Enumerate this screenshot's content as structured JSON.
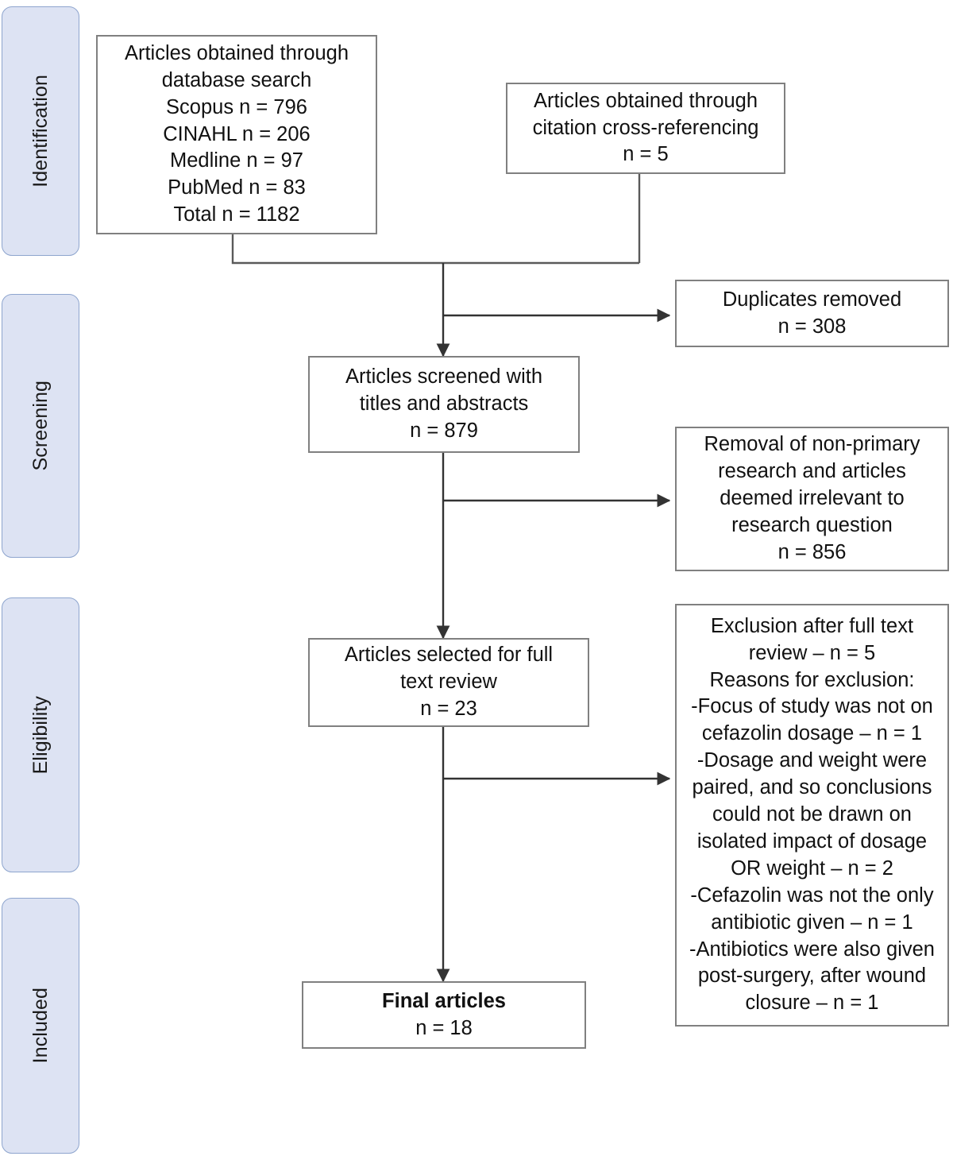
{
  "diagram": {
    "title": "PRISMA study selection flow diagram",
    "colors": {
      "pill_fill": "#dde3f3",
      "pill_border": "#8ea5ce",
      "box_border": "#808080",
      "box_fill": "#ffffff",
      "connector": "#404040",
      "text": "#111111"
    },
    "stages": [
      {
        "label": "Identification"
      },
      {
        "label": "Screening"
      },
      {
        "label": "Eligibility"
      },
      {
        "label": "Included"
      }
    ],
    "boxes": {
      "database_search": {
        "text": "Articles obtained through\ndatabase search\nScopus n = 796\nCINAHL n = 206\nMedline n = 97\nPubMed n = 83\nTotal n = 1182"
      },
      "cross_referencing": {
        "text": "Articles obtained through\ncitation cross-referencing\nn = 5"
      },
      "duplicates_removed": {
        "text": "Duplicates removed\nn = 308"
      },
      "screened_titles_abstracts": {
        "text": "Articles screened with\ntitles and abstracts\nn = 879"
      },
      "removal_non_primary": {
        "text": "Removal of non-primary\nresearch and articles\ndeemed irrelevant to\nresearch question\nn = 856"
      },
      "selected_full_text": {
        "text": "Articles selected for full\ntext review\nn = 23"
      },
      "exclusion_full_text": {
        "text": "Exclusion after full text\nreview – n = 5\nReasons for exclusion:\n-Focus of study was not on\ncefazolin dosage – n = 1\n-Dosage and weight were\npaired, and so conclusions\ncould not be drawn on\nisolated impact of dosage\nOR weight – n = 2\n-Cefazolin was not the only\nantibiotic given – n = 1\n-Antibiotics were also given\npost-surgery, after wound\nclosure – n = 1"
      },
      "final_articles_title": {
        "text": "Final articles"
      },
      "final_articles_count": {
        "text": "n = 18"
      }
    },
    "counts": {
      "scopus": 796,
      "cinahl": 206,
      "medline": 97,
      "pubmed": 83,
      "database_total": 1182,
      "cross_referencing": 5,
      "duplicates_removed": 308,
      "screened": 879,
      "removed_non_primary": 856,
      "full_text_review": 23,
      "excluded_after_full_text": 5,
      "final_articles": 18
    }
  }
}
